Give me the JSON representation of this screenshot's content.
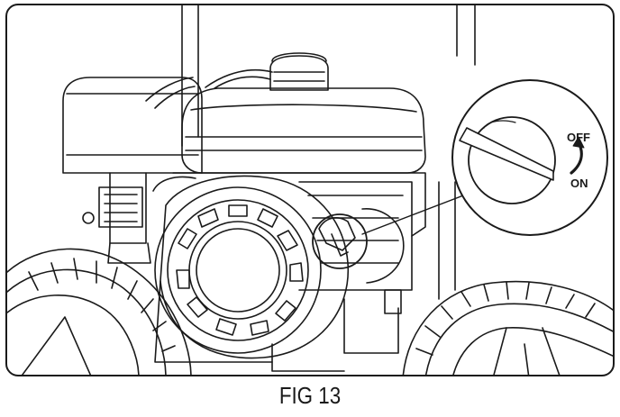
{
  "figure": {
    "caption": "FIG 13",
    "switch_labels": {
      "off": "OFF",
      "on": "ON"
    }
  }
}
